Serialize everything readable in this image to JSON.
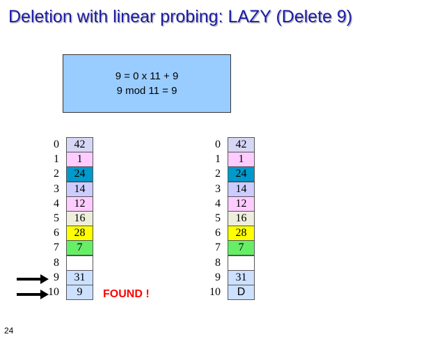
{
  "title": "Deletion with linear probing: LAZY (Delete 9)",
  "formula": {
    "line1": "9 = 0 x 11 + 9",
    "line2": "9 mod 11 = 9"
  },
  "tables": [
    {
      "cells": [
        {
          "index": "0",
          "value": "42",
          "color": "#d6d6f5"
        },
        {
          "index": "1",
          "value": "1",
          "color": "#ffccff"
        },
        {
          "index": "2",
          "value": "24",
          "color": "#0099cc"
        },
        {
          "index": "3",
          "value": "14",
          "color": "#ccccff"
        },
        {
          "index": "4",
          "value": "12",
          "color": "#ffccff"
        },
        {
          "index": "5",
          "value": "16",
          "color": "#eeeedd"
        },
        {
          "index": "6",
          "value": "28",
          "color": "#ffff00"
        },
        {
          "index": "7",
          "value": "7",
          "color": "#66ee66"
        },
        {
          "index": "8",
          "value": "",
          "color": "#ffffff"
        },
        {
          "index": "9",
          "value": "31",
          "color": "#cce0ff"
        },
        {
          "index": "10",
          "value": "9",
          "color": "#cce0ff"
        }
      ]
    },
    {
      "cells": [
        {
          "index": "0",
          "value": "42",
          "color": "#d6d6f5"
        },
        {
          "index": "1",
          "value": "1",
          "color": "#ffccff"
        },
        {
          "index": "2",
          "value": "24",
          "color": "#0099cc"
        },
        {
          "index": "3",
          "value": "14",
          "color": "#ccccff"
        },
        {
          "index": "4",
          "value": "12",
          "color": "#ffccff"
        },
        {
          "index": "5",
          "value": "16",
          "color": "#eeeedd"
        },
        {
          "index": "6",
          "value": "28",
          "color": "#ffff00"
        },
        {
          "index": "7",
          "value": "7",
          "color": "#66ee66"
        },
        {
          "index": "8",
          "value": "",
          "color": "#ffffff"
        },
        {
          "index": "9",
          "value": "31",
          "color": "#cce0ff"
        },
        {
          "index": "10",
          "value": "D",
          "color": "#cce0ff"
        }
      ]
    }
  ],
  "found_label": "FOUND !",
  "slide_number": "24"
}
